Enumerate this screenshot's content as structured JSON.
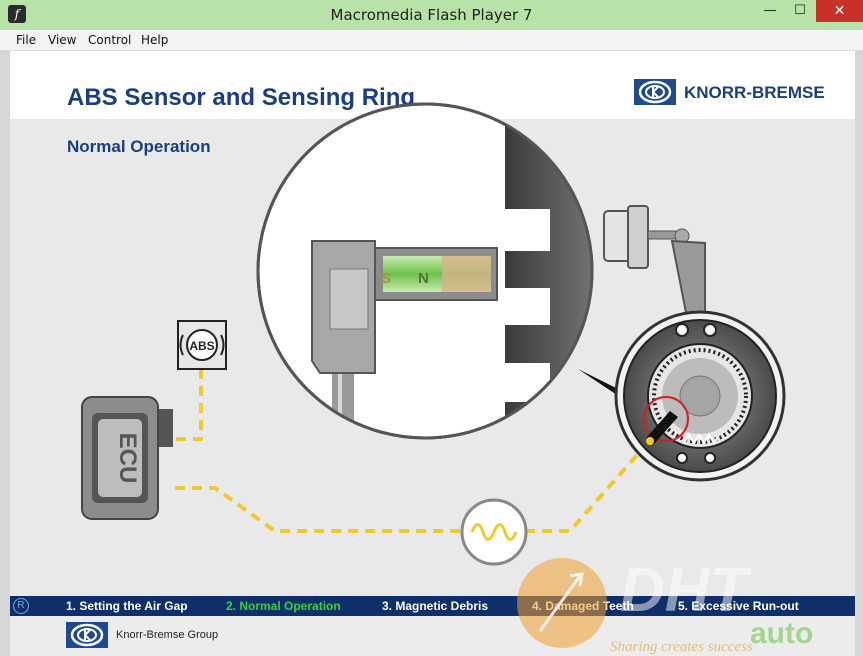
{
  "window": {
    "title": "Macromedia Flash Player 7",
    "min_glyph": "—",
    "max_glyph": "☐",
    "close_glyph": "✕"
  },
  "menu": [
    "File",
    "View",
    "Control",
    "Help"
  ],
  "slide": {
    "title": "ABS Sensor and Sensing Ring",
    "subtitle": "Normal Operation",
    "brand": "KNORR-BREMSE",
    "abs_label": "ABS",
    "ecu_label": "ECU",
    "pole_s": "S",
    "pole_n": "N"
  },
  "nav": {
    "r_label": "R",
    "steps": [
      {
        "label": "1. Setting the Air Gap",
        "active": false
      },
      {
        "label": "2. Normal Operation",
        "active": true
      },
      {
        "label": "3. Magnetic Debris",
        "active": false
      },
      {
        "label": "4. Damaged Teeth",
        "active": false
      },
      {
        "label": "5. Excessive Run-out",
        "active": false
      }
    ]
  },
  "footer": {
    "group": "Knorr-Bremse Group"
  },
  "watermark": {
    "big": "DHT",
    "auto": "auto",
    "tagline": "Sharing creates success"
  },
  "colors": {
    "brand_blue": "#1b3d82",
    "active_step": "#36d23b",
    "wire": "#f2c92a",
    "nav_bg": "#0e2f6a"
  }
}
